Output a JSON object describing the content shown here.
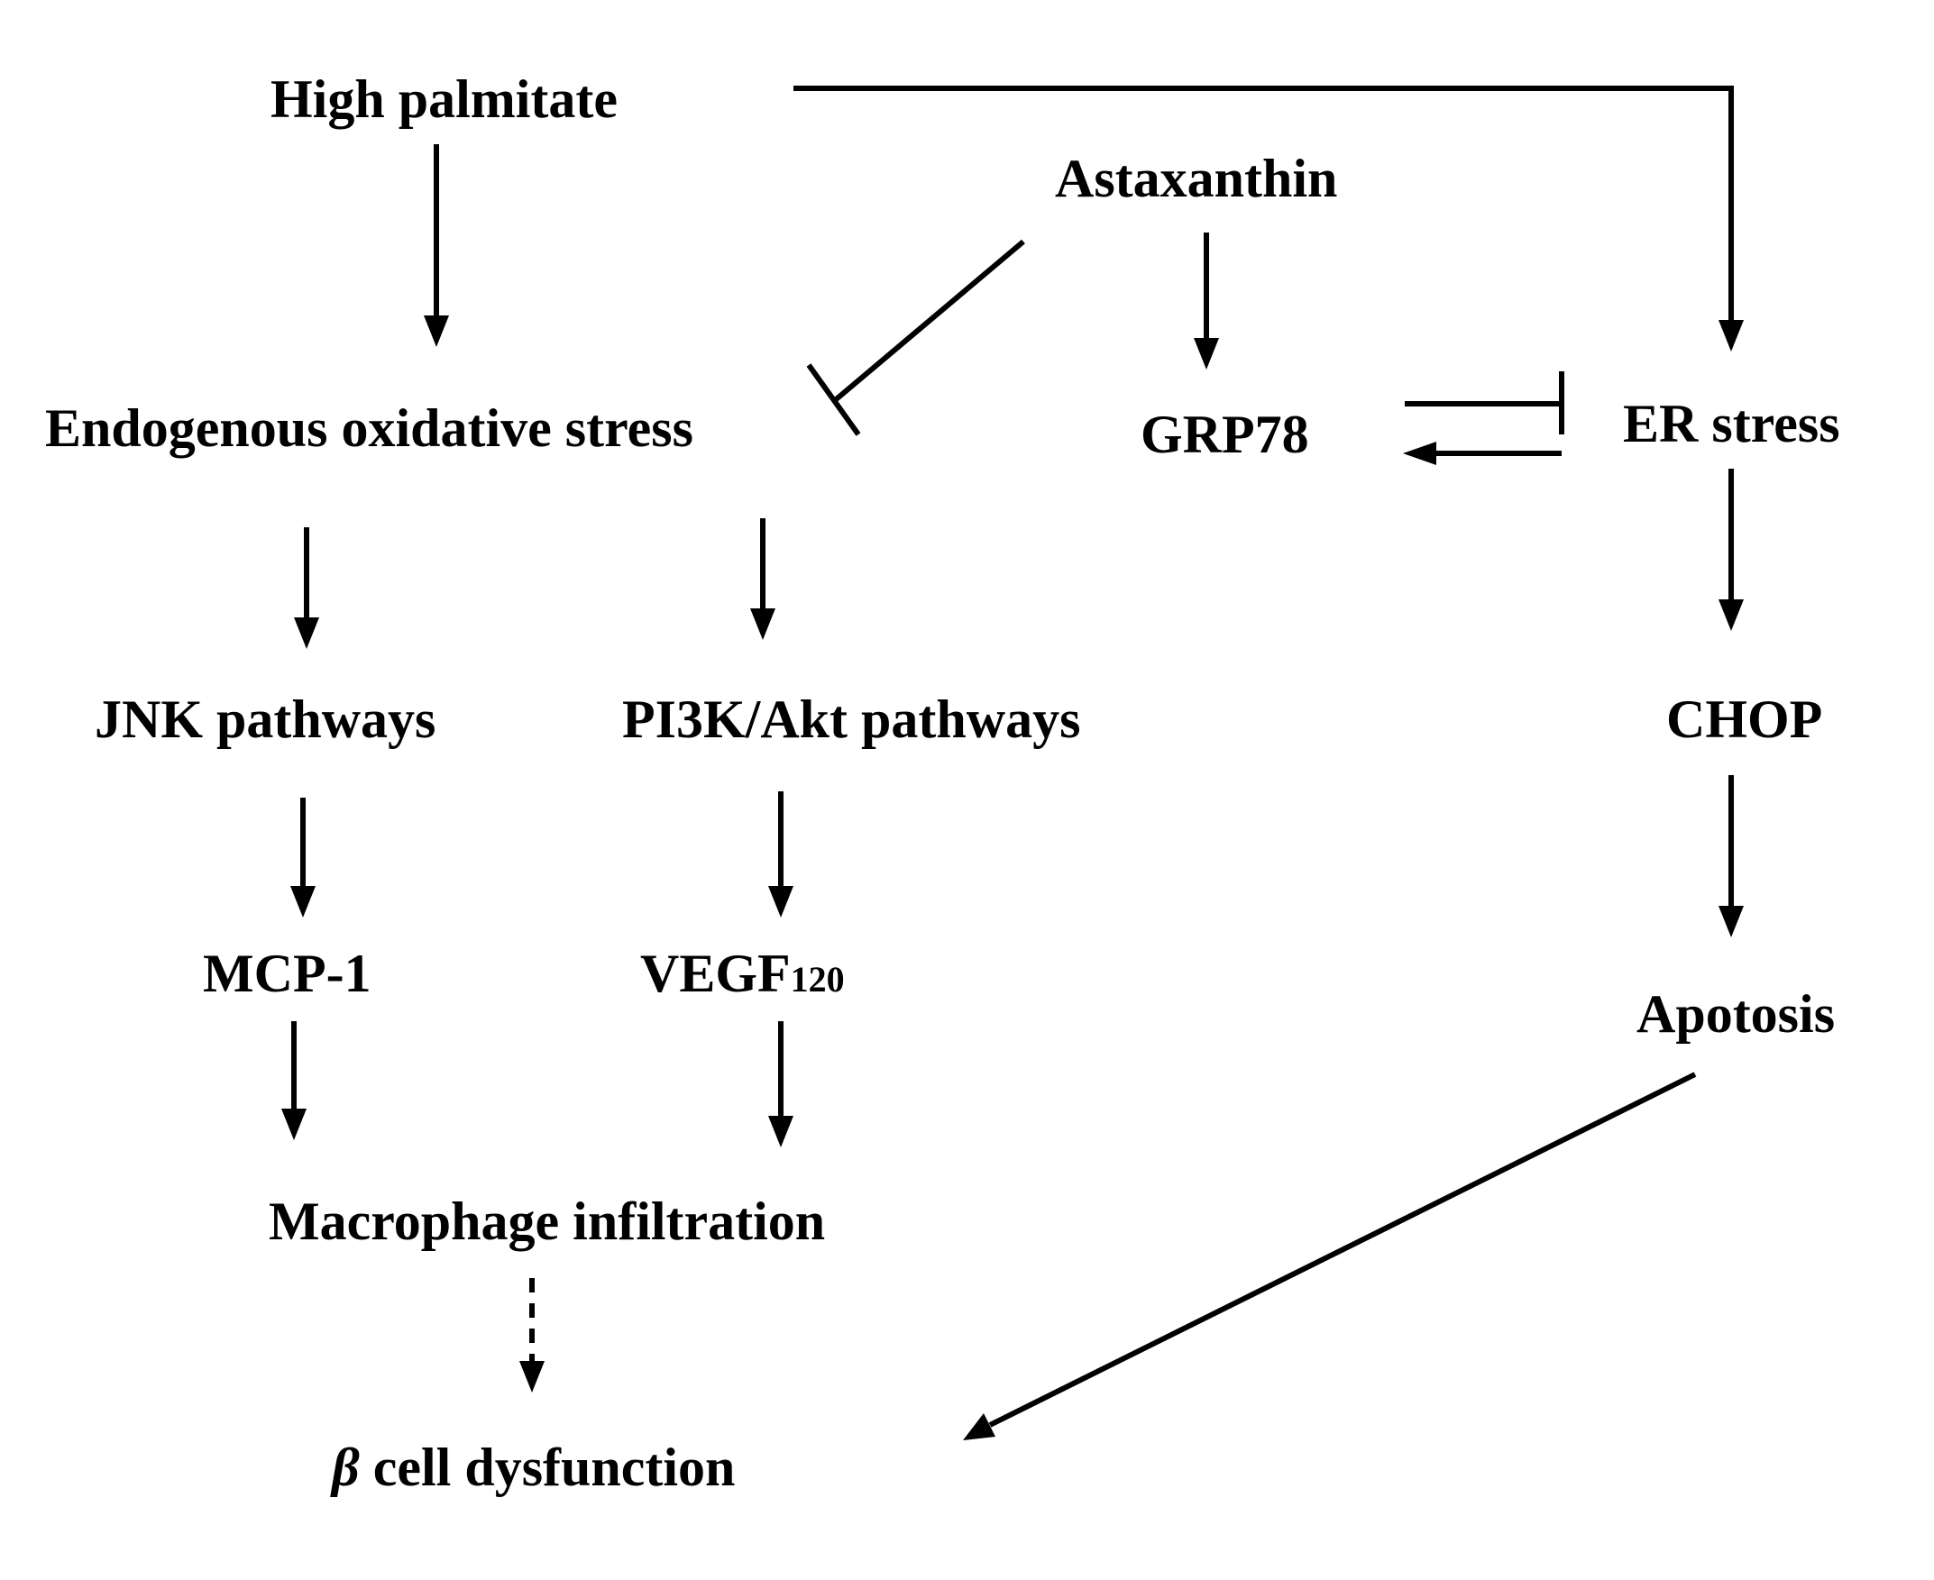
{
  "nodes": {
    "high_palmitate": "High palmitate",
    "astaxanthin": "Astaxanthin",
    "oxidative_stress": "Endogenous oxidative stress",
    "grp78": "GRP78",
    "er_stress": "ER  stress",
    "jnk": "JNK  pathways",
    "pi3k": "PI3K/Akt  pathways",
    "chop": "CHOP",
    "mcp1": "MCP-1",
    "vegf": "VEGF",
    "vegf_sub": "120",
    "apoptosis": "Apotosis",
    "macrophage": "Macrophage  infiltration",
    "beta_symbol": "β",
    "beta_cell": " cell  dysfunction"
  },
  "relations": [
    {
      "from": "High palmitate",
      "to": "Endogenous oxidative stress",
      "type": "activation"
    },
    {
      "from": "High palmitate",
      "to": "ER  stress",
      "type": "activation"
    },
    {
      "from": "Astaxanthin",
      "to": "Endogenous oxidative stress",
      "type": "inhibition"
    },
    {
      "from": "Astaxanthin",
      "to": "GRP78",
      "type": "activation"
    },
    {
      "from": "GRP78",
      "to": "ER  stress",
      "type": "inhibition"
    },
    {
      "from": "ER  stress",
      "to": "GRP78",
      "type": "activation"
    },
    {
      "from": "Endogenous oxidative stress",
      "to": "JNK  pathways",
      "type": "activation"
    },
    {
      "from": "Endogenous oxidative stress",
      "to": "PI3K/Akt  pathways",
      "type": "activation"
    },
    {
      "from": "ER  stress",
      "to": "CHOP",
      "type": "activation"
    },
    {
      "from": "JNK  pathways",
      "to": "MCP-1",
      "type": "activation"
    },
    {
      "from": "PI3K/Akt  pathways",
      "to": "VEGF120",
      "type": "activation"
    },
    {
      "from": "CHOP",
      "to": "Apotosis",
      "type": "activation"
    },
    {
      "from": "MCP-1",
      "to": "Macrophage  infiltration",
      "type": "activation"
    },
    {
      "from": "VEGF120",
      "to": "Macrophage  infiltration",
      "type": "activation"
    },
    {
      "from": "Macrophage  infiltration",
      "to": "β cell  dysfunction",
      "type": "activation-dashed"
    },
    {
      "from": "Apotosis",
      "to": "β cell  dysfunction",
      "type": "activation"
    }
  ]
}
